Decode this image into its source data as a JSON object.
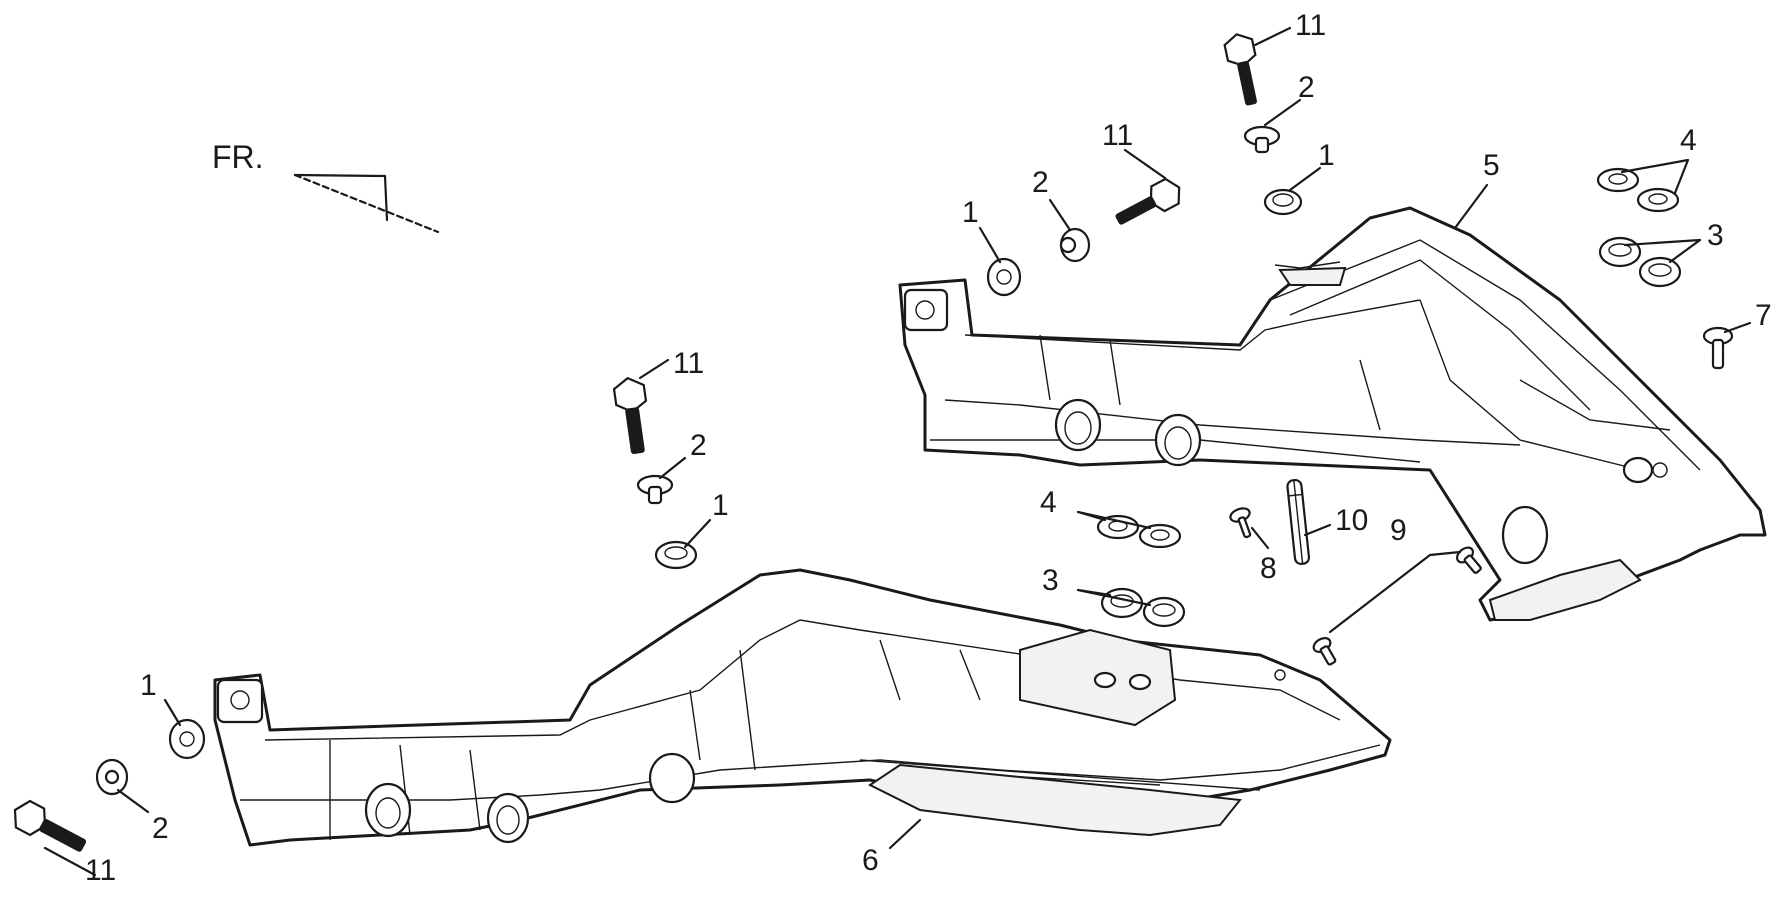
{
  "orientation_label": "FR.",
  "callouts": {
    "c11_top": "11",
    "c2_top": "2",
    "c1_top": "1",
    "c11_mid": "11",
    "c2_mid": "2",
    "c1_mid": "1",
    "c4_right": "4",
    "c3_right": "3",
    "c5": "5",
    "c7": "7",
    "c11_left": "11",
    "c2_left": "2",
    "c1_left": "1",
    "c4_center": "4",
    "c3_center": "3",
    "c8": "8",
    "c10": "10",
    "c9": "9",
    "c1_bottom": "1",
    "c11_bottom": "11",
    "c2_bottom": "2",
    "c6": "6"
  }
}
